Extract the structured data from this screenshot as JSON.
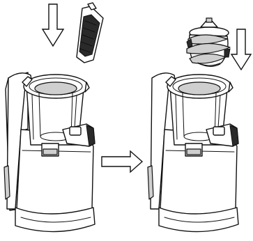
{
  "diagram": {
    "steps": [
      {
        "part": "strainer-brush",
        "action": "insert-down"
      },
      {
        "part": "auger-screw",
        "action": "insert-down"
      }
    ],
    "colors": {
      "line": "#111111",
      "background": "#ffffff",
      "shade_dark": "#2a2a2a",
      "shade_light": "#cfcfcf"
    },
    "icons": [
      "down-arrow-icon",
      "right-arrow-icon",
      "down-arrow-icon"
    ]
  }
}
